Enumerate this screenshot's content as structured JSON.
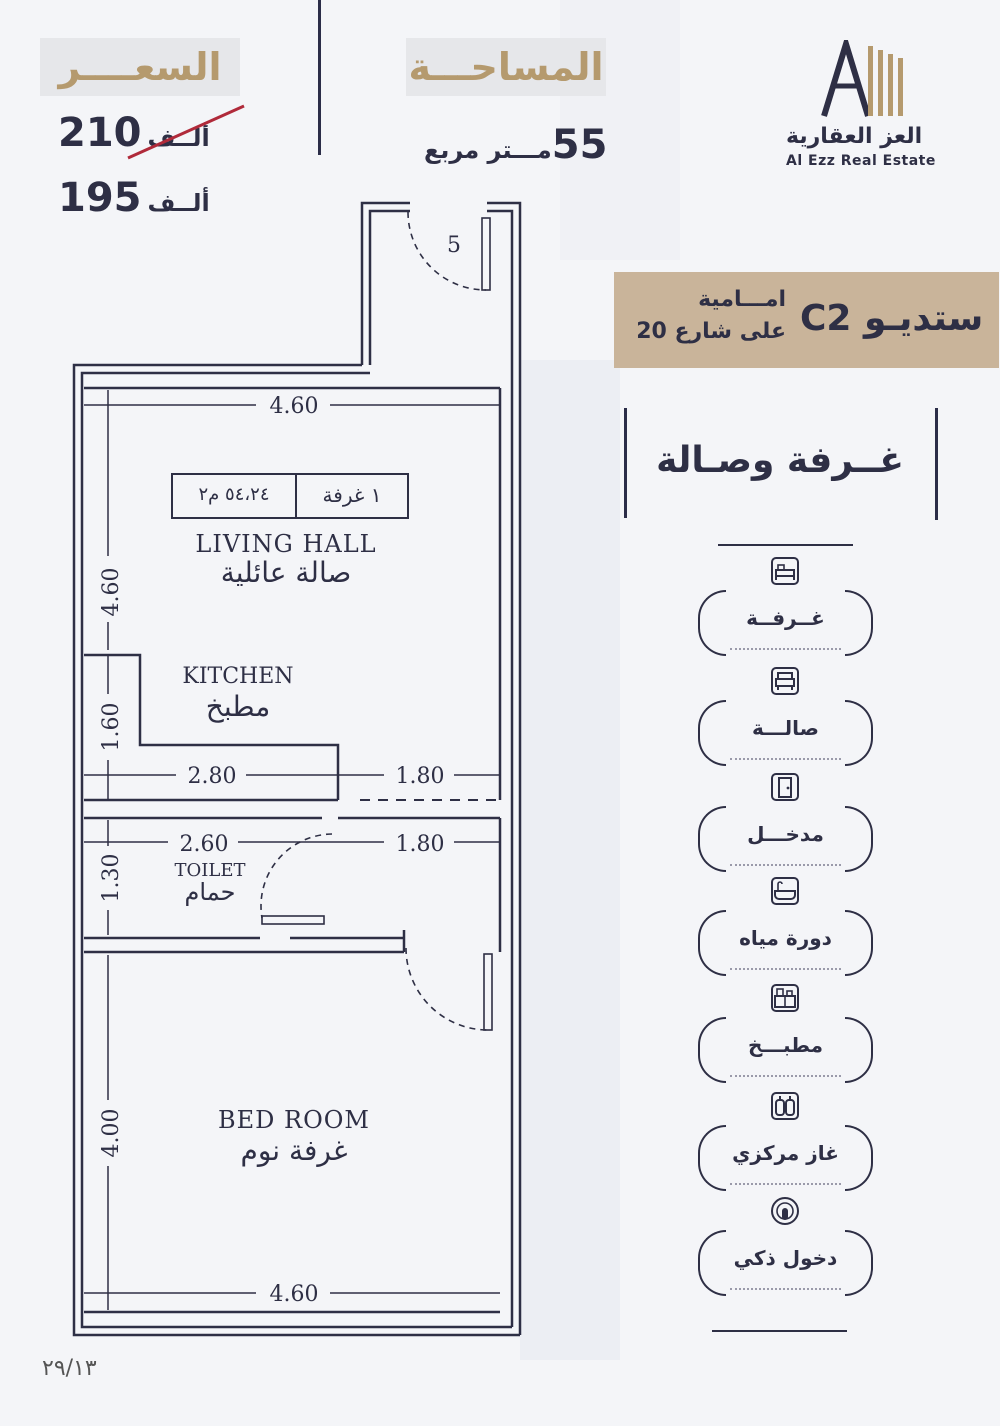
{
  "header": {
    "price_title": "السعــــر",
    "area_title": "المساحـــة",
    "old_price": "210",
    "old_price_unit": "ألــف",
    "new_price": "195",
    "new_price_unit": "ألــف",
    "area_value": "55",
    "area_unit": "مـــتر مربع"
  },
  "logo": {
    "name_ar": "العز العقارية",
    "name_en": "Al Ezz Real Estate"
  },
  "unit": {
    "type": "ستديـو C2",
    "location_line1": "امـــامية",
    "location_line2": "على شارع 20"
  },
  "headline": "غــرفة وصـالة",
  "features": [
    {
      "label": "غــرفــة",
      "icon": "bed-icon"
    },
    {
      "label": "صالـــة",
      "icon": "sofa-icon"
    },
    {
      "label": "مدخـــل",
      "icon": "door-icon"
    },
    {
      "label": "دورة مياه",
      "icon": "bathtub-icon"
    },
    {
      "label": "مطبـــخ",
      "icon": "kitchen-icon"
    },
    {
      "label": "غاز مركزي",
      "icon": "gas-cylinder-icon"
    },
    {
      "label": "دخول ذكي",
      "icon": "smart-access-icon"
    }
  ],
  "floorplan": {
    "dims": {
      "top_width": "4.60",
      "living_height": "4.60",
      "kitchen_height": "1.60",
      "kitchen_width": "2.80",
      "right_width_a": "1.80",
      "toilet_width": "2.60",
      "right_width_b": "1.80",
      "toilet_height": "1.30",
      "bed_height": "4.00",
      "bottom_width": "4.60",
      "entry_num": "5"
    },
    "table_left": "٥٤،٢٤ م٢",
    "table_right": "١ غرفة",
    "living_en": "LIVING HALL",
    "living_ar": "صالة عائلية",
    "kitchen_en": "KITCHEN",
    "kitchen_ar": "مطبخ",
    "toilet_en": "TOILET",
    "toilet_ar": "حمام",
    "bed_en": "BED ROOM",
    "bed_ar": "غرفة نوم"
  },
  "page_number": "٢٩/١٣"
}
